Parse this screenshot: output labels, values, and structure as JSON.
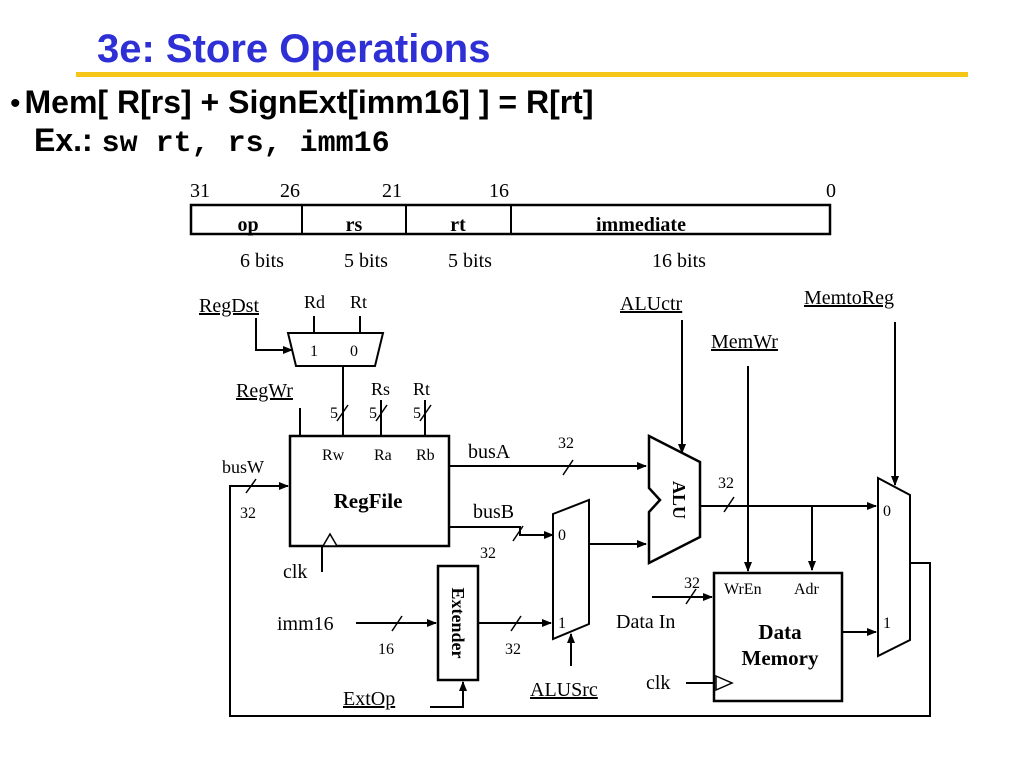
{
  "title": "3e: Store Operations",
  "bullet": "Mem[ R[rs] + SignExt[imm16] ] = R[rt]",
  "example": {
    "prefix": "Ex.:",
    "code": "sw rt, rs, imm16"
  },
  "format": {
    "bit_numbers": [
      "31",
      "26",
      "21",
      "16",
      "0"
    ],
    "fields": [
      "op",
      "rs",
      "rt",
      "immediate"
    ],
    "widths": [
      "6 bits",
      "5 bits",
      "5 bits",
      "16 bits"
    ]
  },
  "signals": {
    "regdst": "RegDst",
    "regwr": "RegWr",
    "aluctr": "ALUctr",
    "memwr": "MemWr",
    "memtoreg": "MemtoReg",
    "extop": "ExtOp",
    "alusrc": "ALUSrc"
  },
  "regdst_mux": {
    "in_rd": "Rd",
    "in_rt": "Rt",
    "sel1": "1",
    "sel0": "0"
  },
  "regfile": {
    "name": "RegFile",
    "rw": "Rw",
    "ra": "Ra",
    "rb": "Rb",
    "rs_label": "Rs",
    "rt_label": "Rt",
    "width5": "5",
    "busw": "busW",
    "busa": "busA",
    "busb": "busB",
    "clk": "clk"
  },
  "alu": {
    "name": "ALU"
  },
  "extender": {
    "name": "Extender",
    "imm16": "imm16",
    "w16": "16"
  },
  "alusrc_mux": {
    "in0": "0",
    "in1": "1"
  },
  "memory": {
    "name_line1": "Data",
    "name_line2": "Memory",
    "wren": "WrEn",
    "adr": "Adr",
    "data_in": "Data In",
    "clk": "clk"
  },
  "memtoreg_mux": {
    "in0": "0",
    "in1": "1"
  },
  "bus_width_32": "32"
}
